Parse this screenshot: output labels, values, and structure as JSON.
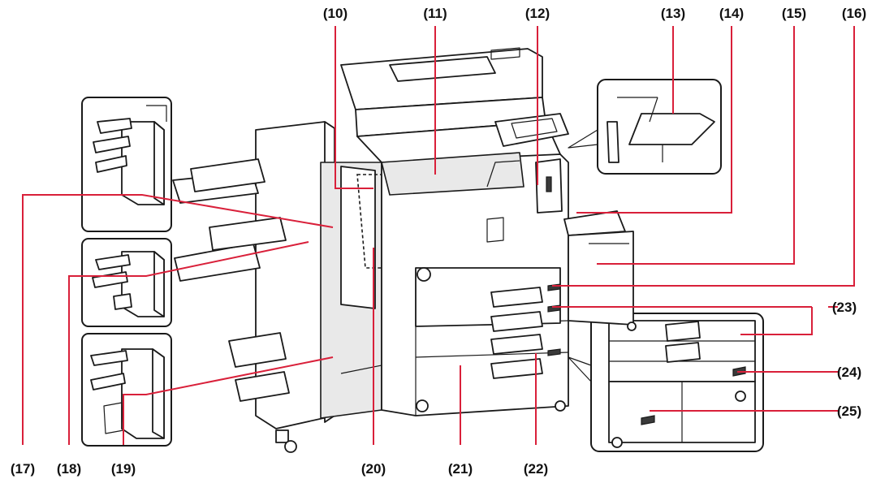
{
  "labels": [
    {
      "id": "10",
      "text": "(10)"
    },
    {
      "id": "11",
      "text": "(11)"
    },
    {
      "id": "12",
      "text": "(12)"
    },
    {
      "id": "13",
      "text": "(13)"
    },
    {
      "id": "14",
      "text": "(14)"
    },
    {
      "id": "15",
      "text": "(15)"
    },
    {
      "id": "16",
      "text": "(16)"
    },
    {
      "id": "17",
      "text": "(17)"
    },
    {
      "id": "18",
      "text": "(18)"
    },
    {
      "id": "19",
      "text": "(19)"
    },
    {
      "id": "20",
      "text": "(20)"
    },
    {
      "id": "21",
      "text": "(21)"
    },
    {
      "id": "22",
      "text": "(22)"
    },
    {
      "id": "23",
      "text": "(23)"
    },
    {
      "id": "24",
      "text": "(24)"
    },
    {
      "id": "25",
      "text": "(25)"
    }
  ],
  "colors": {
    "callout_line": "#d9203a",
    "outline": "#1a1a1a",
    "label_text": "#111111"
  }
}
